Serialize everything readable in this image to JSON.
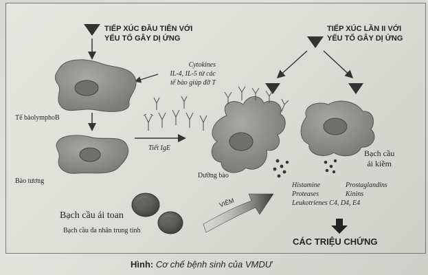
{
  "first_exposure": {
    "line1": "TIẾP XÚC ĐẦU TIÊN VỚI",
    "line2": "YẾU TỐ GÂY DỊ ỨNG"
  },
  "second_exposure": {
    "line1": "TIẾP XÚC LẦN II VỚI",
    "line2": "YẾU TỐ GÂY DỊ ỨNG"
  },
  "cytokines": {
    "line1": "Cytokines",
    "line2": "IL-4, IL-5 từ các",
    "line3": "tế bào giúp đỡ T"
  },
  "b_lymphocyte_label": "Tế bàolymphoB",
  "ige_secretion_label": "Tiết IgE",
  "plasma_cell_label": "Bào tương",
  "mast_cell_label": "Dưỡng bào",
  "basophil_label": {
    "line1": "Bạch cầu",
    "line2": "ái kiềm"
  },
  "mediators": {
    "left": [
      "Histamine",
      "Proteases",
      "Leukotrienes C4, D4, E4"
    ],
    "right": [
      "Prostaglandins",
      "Kinins"
    ]
  },
  "eosinophil_label": "Bạch cầu ái toan",
  "neutrophil_label": "Bạch cầu đa nhân trung tính",
  "inflammation_label": "VIÊM",
  "symptoms_label": "CÁC TRIỆU CHỨNG",
  "caption": {
    "prefix": "Hình:",
    "text": "Cơ chế bệnh sinh của VMDƯ"
  },
  "colors": {
    "cell_fill": "#8a8a86",
    "ink": "#222222",
    "background": "#e0e0da"
  }
}
